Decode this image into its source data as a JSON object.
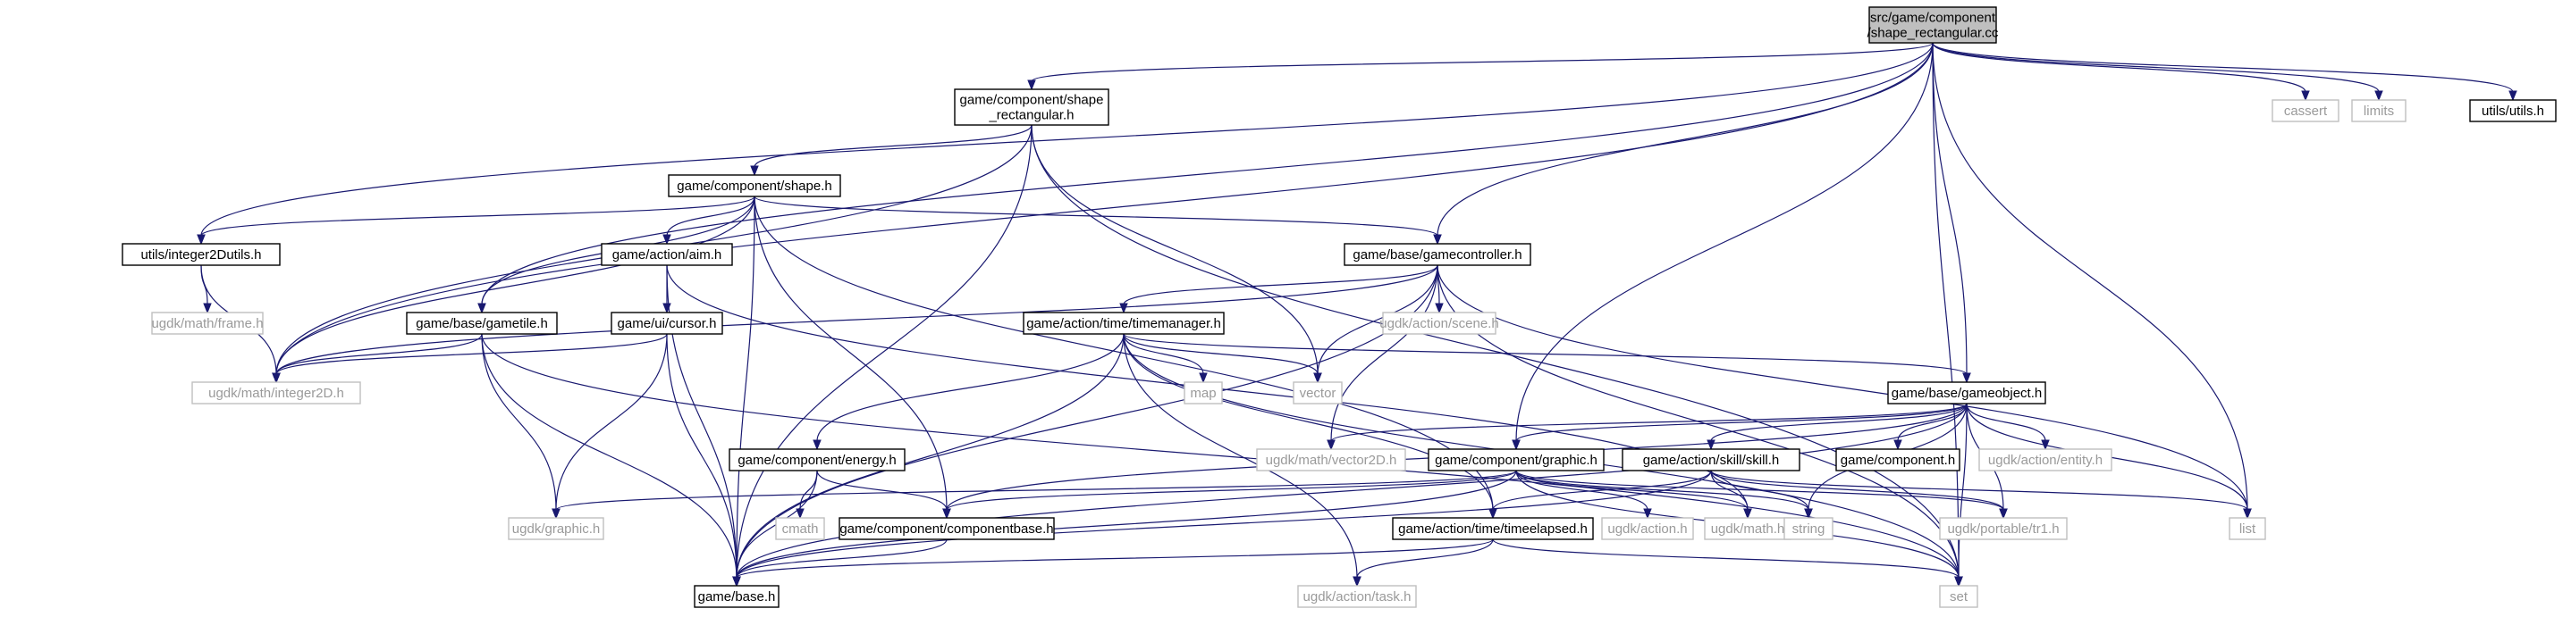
{
  "colors": {
    "edge": "#191970",
    "root_fill": "#bfbfbf",
    "node_border": "#000000",
    "external_border": "#bfbfbf",
    "external_text": "#9a9a9a"
  },
  "nodes": [
    {
      "id": "root",
      "label": "src/game/component\n/shape_rectangular.cc",
      "kind": "root"
    },
    {
      "id": "shape_rect_h",
      "label": "game/component/shape\n_rectangular.h",
      "kind": "file"
    },
    {
      "id": "cassert",
      "label": "cassert",
      "kind": "external"
    },
    {
      "id": "limits",
      "label": "limits",
      "kind": "external"
    },
    {
      "id": "utils_h",
      "label": "utils/utils.h",
      "kind": "file"
    },
    {
      "id": "shape_h",
      "label": "game/component/shape.h",
      "kind": "file"
    },
    {
      "id": "integer2dutils",
      "label": "utils/integer2Dutils.h",
      "kind": "file"
    },
    {
      "id": "aim_h",
      "label": "game/action/aim.h",
      "kind": "file"
    },
    {
      "id": "gamecontroller",
      "label": "game/base/gamecontroller.h",
      "kind": "file"
    },
    {
      "id": "frame_h",
      "label": "ugdk/math/frame.h",
      "kind": "external"
    },
    {
      "id": "gametile",
      "label": "game/base/gametile.h",
      "kind": "file"
    },
    {
      "id": "cursor_h",
      "label": "game/ui/cursor.h",
      "kind": "file"
    },
    {
      "id": "timemanager",
      "label": "game/action/time/timemanager.h",
      "kind": "file"
    },
    {
      "id": "scene_h",
      "label": "ugdk/action/scene.h",
      "kind": "external"
    },
    {
      "id": "integer2d",
      "label": "ugdk/math/integer2D.h",
      "kind": "external"
    },
    {
      "id": "map",
      "label": "map",
      "kind": "external"
    },
    {
      "id": "vector",
      "label": "vector",
      "kind": "external"
    },
    {
      "id": "gameobject",
      "label": "game/base/gameobject.h",
      "kind": "file"
    },
    {
      "id": "energy_h",
      "label": "game/component/energy.h",
      "kind": "file"
    },
    {
      "id": "vector2d",
      "label": "ugdk/math/vector2D.h",
      "kind": "external"
    },
    {
      "id": "graphic_h",
      "label": "game/component/graphic.h",
      "kind": "file"
    },
    {
      "id": "skill_h",
      "label": "game/action/skill/skill.h",
      "kind": "file"
    },
    {
      "id": "component_h",
      "label": "game/component.h",
      "kind": "file"
    },
    {
      "id": "entity_h",
      "label": "ugdk/action/entity.h",
      "kind": "external"
    },
    {
      "id": "ugdk_graphic",
      "label": "ugdk/graphic.h",
      "kind": "external"
    },
    {
      "id": "cmath",
      "label": "cmath",
      "kind": "external"
    },
    {
      "id": "componentbase",
      "label": "game/component/componentbase.h",
      "kind": "file"
    },
    {
      "id": "ugdk_action_h",
      "label": "ugdk/action.h",
      "kind": "external"
    },
    {
      "id": "ugdk_math_h",
      "label": "ugdk/math.h",
      "kind": "external"
    },
    {
      "id": "string",
      "label": "string",
      "kind": "external"
    },
    {
      "id": "tr1",
      "label": "ugdk/portable/tr1.h",
      "kind": "external"
    },
    {
      "id": "list",
      "label": "list",
      "kind": "external"
    },
    {
      "id": "timeelapsed",
      "label": "game/action/time/timeelapsed.h",
      "kind": "file"
    },
    {
      "id": "base_h",
      "label": "game/base.h",
      "kind": "file"
    },
    {
      "id": "task_h",
      "label": "ugdk/action/task.h",
      "kind": "external"
    },
    {
      "id": "set",
      "label": "set",
      "kind": "external"
    }
  ],
  "edges": [
    [
      "root",
      "shape_rect_h"
    ],
    [
      "root",
      "cassert"
    ],
    [
      "root",
      "limits"
    ],
    [
      "root",
      "utils_h"
    ],
    [
      "root",
      "integer2dutils"
    ],
    [
      "root",
      "integer2d"
    ],
    [
      "root",
      "gamecontroller"
    ],
    [
      "root",
      "gameobject"
    ],
    [
      "root",
      "gametile"
    ],
    [
      "root",
      "graphic_h"
    ],
    [
      "root",
      "list"
    ],
    [
      "root",
      "set"
    ],
    [
      "shape_rect_h",
      "shape_h"
    ],
    [
      "shape_rect_h",
      "integer2d"
    ],
    [
      "shape_rect_h",
      "vector"
    ],
    [
      "shape_rect_h",
      "base_h"
    ],
    [
      "shape_rect_h",
      "set"
    ],
    [
      "shape_h",
      "integer2dutils"
    ],
    [
      "shape_h",
      "aim_h"
    ],
    [
      "shape_h",
      "gamecontroller"
    ],
    [
      "shape_h",
      "gametile"
    ],
    [
      "shape_h",
      "integer2d"
    ],
    [
      "shape_h",
      "componentbase"
    ],
    [
      "shape_h",
      "base_h"
    ],
    [
      "shape_h",
      "timeelapsed"
    ],
    [
      "integer2dutils",
      "frame_h"
    ],
    [
      "integer2dutils",
      "integer2d"
    ],
    [
      "aim_h",
      "cursor_h"
    ],
    [
      "aim_h",
      "base_h"
    ],
    [
      "aim_h",
      "ugdk_math_h"
    ],
    [
      "gamecontroller",
      "timemanager"
    ],
    [
      "gamecontroller",
      "scene_h"
    ],
    [
      "gamecontroller",
      "vector"
    ],
    [
      "gamecontroller",
      "integer2d"
    ],
    [
      "gamecontroller",
      "base_h"
    ],
    [
      "gamecontroller",
      "vector2d"
    ],
    [
      "gamecontroller",
      "list"
    ],
    [
      "gamecontroller",
      "set"
    ],
    [
      "gametile",
      "integer2d"
    ],
    [
      "gametile",
      "ugdk_graphic"
    ],
    [
      "gametile",
      "base_h"
    ],
    [
      "gametile",
      "set"
    ],
    [
      "cursor_h",
      "integer2d"
    ],
    [
      "cursor_h",
      "ugdk_graphic"
    ],
    [
      "cursor_h",
      "base_h"
    ],
    [
      "timemanager",
      "map"
    ],
    [
      "timemanager",
      "vector"
    ],
    [
      "timemanager",
      "gameobject"
    ],
    [
      "timemanager",
      "energy_h"
    ],
    [
      "timemanager",
      "base_h"
    ],
    [
      "timemanager",
      "timeelapsed"
    ],
    [
      "timemanager",
      "task_h"
    ],
    [
      "timemanager",
      "set"
    ],
    [
      "gameobject",
      "vector2d"
    ],
    [
      "gameobject",
      "graphic_h"
    ],
    [
      "gameobject",
      "skill_h"
    ],
    [
      "gameobject",
      "component_h"
    ],
    [
      "gameobject",
      "entity_h"
    ],
    [
      "gameobject",
      "componentbase"
    ],
    [
      "gameobject",
      "base_h"
    ],
    [
      "gameobject",
      "string"
    ],
    [
      "gameobject",
      "tr1"
    ],
    [
      "gameobject",
      "list"
    ],
    [
      "gameobject",
      "set"
    ],
    [
      "energy_h",
      "cmath"
    ],
    [
      "energy_h",
      "componentbase"
    ],
    [
      "energy_h",
      "base_h"
    ],
    [
      "graphic_h",
      "ugdk_graphic"
    ],
    [
      "graphic_h",
      "ugdk_action_h"
    ],
    [
      "graphic_h",
      "ugdk_math_h"
    ],
    [
      "graphic_h",
      "componentbase"
    ],
    [
      "graphic_h",
      "base_h"
    ],
    [
      "graphic_h",
      "string"
    ],
    [
      "graphic_h",
      "tr1"
    ],
    [
      "graphic_h",
      "set"
    ],
    [
      "skill_h",
      "ugdk_math_h"
    ],
    [
      "skill_h",
      "string"
    ],
    [
      "skill_h",
      "tr1"
    ],
    [
      "skill_h",
      "list"
    ],
    [
      "skill_h",
      "timeelapsed"
    ],
    [
      "skill_h",
      "base_h"
    ],
    [
      "componentbase",
      "base_h"
    ],
    [
      "timeelapsed",
      "task_h"
    ],
    [
      "timeelapsed",
      "base_h"
    ],
    [
      "timeelapsed",
      "set"
    ]
  ]
}
